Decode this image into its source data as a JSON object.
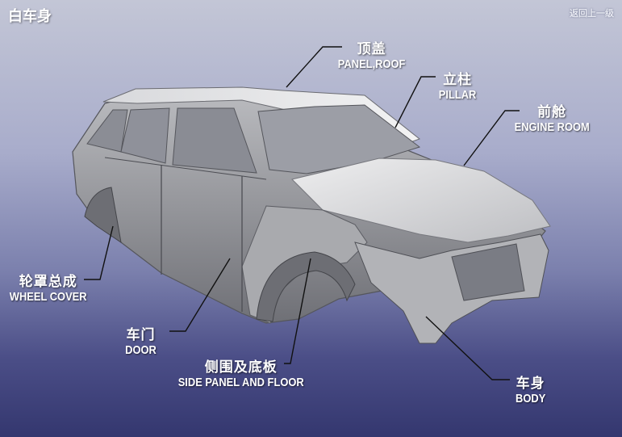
{
  "page": {
    "title": "白车身",
    "back_link": "返回上一级"
  },
  "colors": {
    "bg_top": "#c3c6d6",
    "bg_bottom": "#34376f",
    "body_metal": "#c9cacc",
    "leader_line": "#111111"
  },
  "labels": {
    "roof": {
      "zh": "顶盖",
      "en": "PANEL,ROOF"
    },
    "pillar": {
      "zh": "立柱",
      "en": "PILLAR"
    },
    "engine": {
      "zh": "前舱",
      "en": "ENGINE ROOM"
    },
    "wheel": {
      "zh": "轮罩总成",
      "en": "WHEEL COVER"
    },
    "door": {
      "zh": "车门",
      "en": "DOOR"
    },
    "side": {
      "zh": "侧围及底板",
      "en": "SIDE PANEL AND FLOOR"
    },
    "body": {
      "zh": "车身",
      "en": "BODY"
    }
  }
}
